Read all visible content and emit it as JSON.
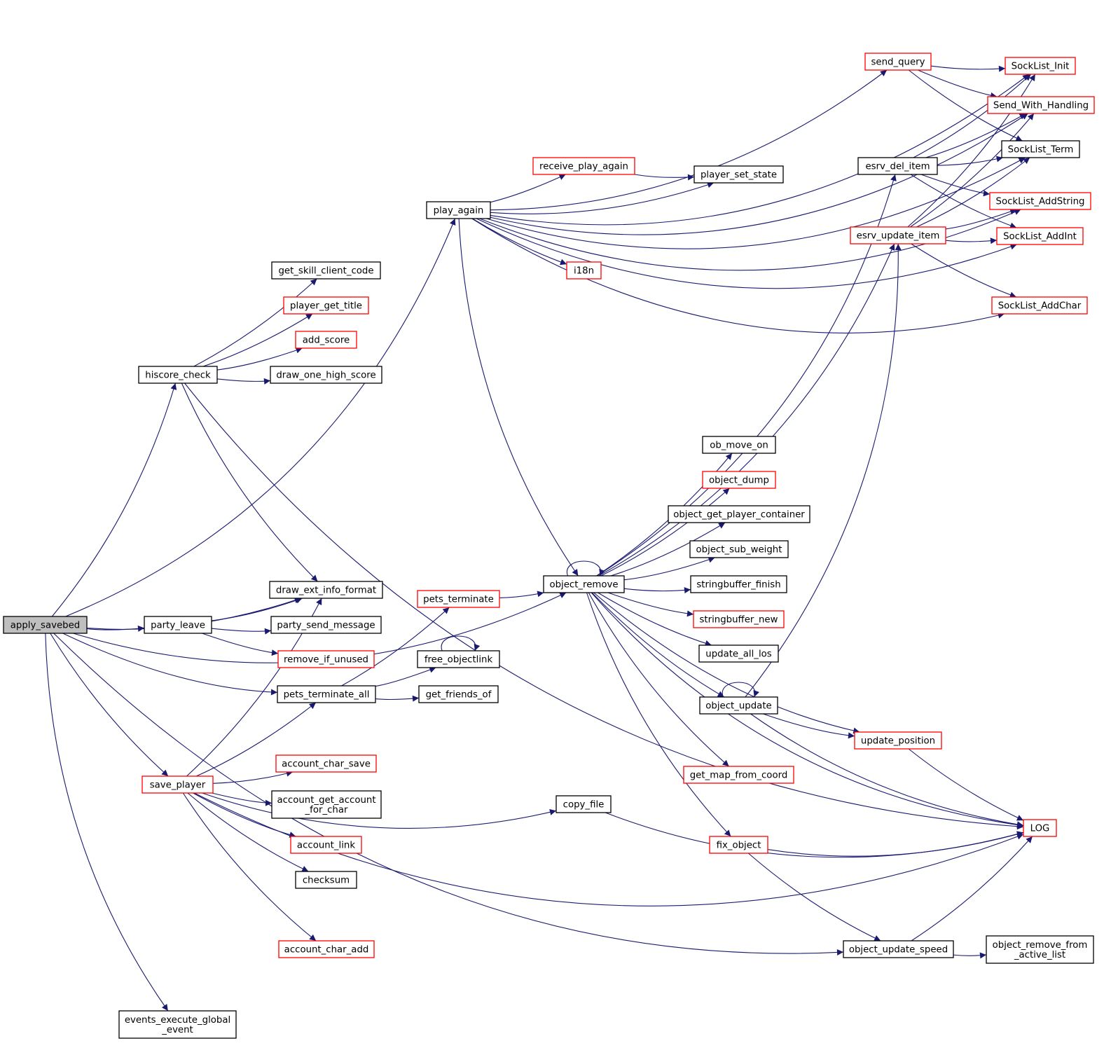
{
  "diagram": {
    "nodes": {
      "apply_savebed": {
        "label": "apply_savebed",
        "color": "root"
      },
      "play_again": {
        "label": "play_again",
        "color": "black"
      },
      "hiscore_check": {
        "label": "hiscore_check",
        "color": "black"
      },
      "draw_ext_info_format": {
        "label": "draw_ext_info_format",
        "color": "black"
      },
      "party_leave": {
        "label": "party_leave",
        "color": "black"
      },
      "pets_terminate_all": {
        "label": "pets_terminate_all",
        "color": "black"
      },
      "save_player": {
        "label": "save_player",
        "color": "red"
      },
      "events_execute_global_event": {
        "label": "events_execute_global\n_event",
        "color": "black"
      },
      "object_remove": {
        "label": "object_remove",
        "color": "black"
      },
      "object_update_speed": {
        "label": "object_update_speed",
        "color": "black"
      },
      "send_query": {
        "label": "send_query",
        "color": "red"
      },
      "SockList_Init": {
        "label": "SockList_Init",
        "color": "red"
      },
      "Send_With_Handling": {
        "label": "Send_With_Handling",
        "color": "red"
      },
      "SockList_Term": {
        "label": "SockList_Term",
        "color": "black"
      },
      "receive_play_again": {
        "label": "receive_play_again",
        "color": "red"
      },
      "player_set_state": {
        "label": "player_set_state",
        "color": "black"
      },
      "SockList_AddString": {
        "label": "SockList_AddString",
        "color": "red"
      },
      "i18n": {
        "label": "i18n",
        "color": "red"
      },
      "SockList_AddInt": {
        "label": "SockList_AddInt",
        "color": "red"
      },
      "SockList_AddChar": {
        "label": "SockList_AddChar",
        "color": "red"
      },
      "get_skill_client_code": {
        "label": "get_skill_client_code",
        "color": "black"
      },
      "player_get_title": {
        "label": "player_get_title",
        "color": "red"
      },
      "add_score": {
        "label": "add_score",
        "color": "red"
      },
      "draw_one_high_score": {
        "label": "draw_one_high_score",
        "color": "black"
      },
      "LOG": {
        "label": "LOG",
        "color": "red"
      },
      "party_send_message": {
        "label": "party_send_message",
        "color": "black"
      },
      "remove_if_unused": {
        "label": "remove_if_unused",
        "color": "red"
      },
      "pets_terminate": {
        "label": "pets_terminate",
        "color": "red"
      },
      "free_objectlink": {
        "label": "free_objectlink",
        "color": "black"
      },
      "get_friends_of": {
        "label": "get_friends_of",
        "color": "black"
      },
      "account_char_save": {
        "label": "account_char_save",
        "color": "red"
      },
      "account_get_account_for_char": {
        "label": "account_get_account\n_for_char",
        "color": "black"
      },
      "account_link": {
        "label": "account_link",
        "color": "red"
      },
      "checksum": {
        "label": "checksum",
        "color": "black"
      },
      "account_char_add": {
        "label": "account_char_add",
        "color": "red"
      },
      "copy_file": {
        "label": "copy_file",
        "color": "black"
      },
      "esrv_del_item": {
        "label": "esrv_del_item",
        "color": "black"
      },
      "esrv_update_item": {
        "label": "esrv_update_item",
        "color": "red"
      },
      "ob_move_on": {
        "label": "ob_move_on",
        "color": "black"
      },
      "object_dump": {
        "label": "object_dump",
        "color": "red"
      },
      "object_get_player_container": {
        "label": "object_get_player_container",
        "color": "black"
      },
      "object_sub_weight": {
        "label": "object_sub_weight",
        "color": "black"
      },
      "stringbuffer_finish": {
        "label": "stringbuffer_finish",
        "color": "black"
      },
      "stringbuffer_new": {
        "label": "stringbuffer_new",
        "color": "red"
      },
      "update_all_los": {
        "label": "update_all_los",
        "color": "black"
      },
      "object_update": {
        "label": "object_update",
        "color": "black"
      },
      "update_position": {
        "label": "update_position",
        "color": "red"
      },
      "get_map_from_coord": {
        "label": "get_map_from_coord",
        "color": "red"
      },
      "fix_object": {
        "label": "fix_object",
        "color": "red"
      },
      "object_remove_from_active_list": {
        "label": "object_remove_from\n_active_list",
        "color": "black"
      }
    },
    "edges": [
      [
        "apply_savebed",
        "play_again"
      ],
      [
        "apply_savebed",
        "hiscore_check"
      ],
      [
        "apply_savebed",
        "draw_ext_info_format"
      ],
      [
        "apply_savebed",
        "party_leave"
      ],
      [
        "apply_savebed",
        "pets_terminate_all"
      ],
      [
        "apply_savebed",
        "save_player"
      ],
      [
        "apply_savebed",
        "events_execute_global_event"
      ],
      [
        "apply_savebed",
        "object_remove"
      ],
      [
        "apply_savebed",
        "object_update_speed"
      ],
      [
        "play_again",
        "send_query"
      ],
      [
        "play_again",
        "SockList_Init"
      ],
      [
        "play_again",
        "Send_With_Handling"
      ],
      [
        "play_again",
        "SockList_Term"
      ],
      [
        "play_again",
        "receive_play_again"
      ],
      [
        "play_again",
        "player_set_state"
      ],
      [
        "play_again",
        "SockList_AddString"
      ],
      [
        "play_again",
        "i18n"
      ],
      [
        "play_again",
        "SockList_AddInt"
      ],
      [
        "play_again",
        "SockList_AddChar"
      ],
      [
        "play_again",
        "object_remove"
      ],
      [
        "send_query",
        "SockList_Init"
      ],
      [
        "send_query",
        "Send_With_Handling"
      ],
      [
        "send_query",
        "SockList_Term"
      ],
      [
        "receive_play_again",
        "player_set_state"
      ],
      [
        "hiscore_check",
        "get_skill_client_code"
      ],
      [
        "hiscore_check",
        "player_get_title"
      ],
      [
        "hiscore_check",
        "add_score"
      ],
      [
        "hiscore_check",
        "draw_one_high_score"
      ],
      [
        "hiscore_check",
        "draw_ext_info_format"
      ],
      [
        "hiscore_check",
        "LOG"
      ],
      [
        "party_leave",
        "draw_ext_info_format"
      ],
      [
        "party_leave",
        "party_send_message"
      ],
      [
        "party_leave",
        "remove_if_unused"
      ],
      [
        "pets_terminate_all",
        "pets_terminate"
      ],
      [
        "pets_terminate_all",
        "free_objectlink"
      ],
      [
        "pets_terminate_all",
        "get_friends_of"
      ],
      [
        "pets_terminate",
        "object_remove"
      ],
      [
        "free_objectlink",
        "free_objectlink"
      ],
      [
        "save_player",
        "draw_ext_info_format"
      ],
      [
        "save_player",
        "pets_terminate_all"
      ],
      [
        "save_player",
        "account_char_save"
      ],
      [
        "save_player",
        "account_get_account_for_char"
      ],
      [
        "save_player",
        "account_link"
      ],
      [
        "save_player",
        "checksum"
      ],
      [
        "save_player",
        "account_char_add"
      ],
      [
        "save_player",
        "copy_file"
      ],
      [
        "save_player",
        "LOG"
      ],
      [
        "copy_file",
        "LOG"
      ],
      [
        "object_remove",
        "object_remove"
      ],
      [
        "object_remove",
        "esrv_del_item"
      ],
      [
        "object_remove",
        "esrv_update_item"
      ],
      [
        "object_remove",
        "ob_move_on"
      ],
      [
        "object_remove",
        "object_dump"
      ],
      [
        "object_remove",
        "object_get_player_container"
      ],
      [
        "object_remove",
        "object_sub_weight"
      ],
      [
        "object_remove",
        "stringbuffer_finish"
      ],
      [
        "object_remove",
        "stringbuffer_new"
      ],
      [
        "object_remove",
        "update_all_los"
      ],
      [
        "object_remove",
        "object_update"
      ],
      [
        "object_remove",
        "update_position"
      ],
      [
        "object_remove",
        "get_map_from_coord"
      ],
      [
        "object_remove",
        "fix_object"
      ],
      [
        "object_remove",
        "LOG"
      ],
      [
        "esrv_del_item",
        "SockList_Init"
      ],
      [
        "esrv_del_item",
        "Send_With_Handling"
      ],
      [
        "esrv_del_item",
        "SockList_Term"
      ],
      [
        "esrv_del_item",
        "SockList_AddString"
      ],
      [
        "esrv_del_item",
        "SockList_AddInt"
      ],
      [
        "esrv_update_item",
        "SockList_Init"
      ],
      [
        "esrv_update_item",
        "Send_With_Handling"
      ],
      [
        "esrv_update_item",
        "SockList_Term"
      ],
      [
        "esrv_update_item",
        "SockList_AddString"
      ],
      [
        "esrv_update_item",
        "SockList_AddInt"
      ],
      [
        "esrv_update_item",
        "SockList_AddChar"
      ],
      [
        "object_update",
        "object_update"
      ],
      [
        "object_update",
        "esrv_update_item"
      ],
      [
        "object_update",
        "update_position"
      ],
      [
        "object_update",
        "LOG"
      ],
      [
        "update_position",
        "LOG"
      ],
      [
        "fix_object",
        "LOG"
      ],
      [
        "fix_object",
        "object_update_speed"
      ],
      [
        "object_update_speed",
        "LOG"
      ],
      [
        "object_update_speed",
        "object_remove_from_active_list"
      ]
    ]
  }
}
